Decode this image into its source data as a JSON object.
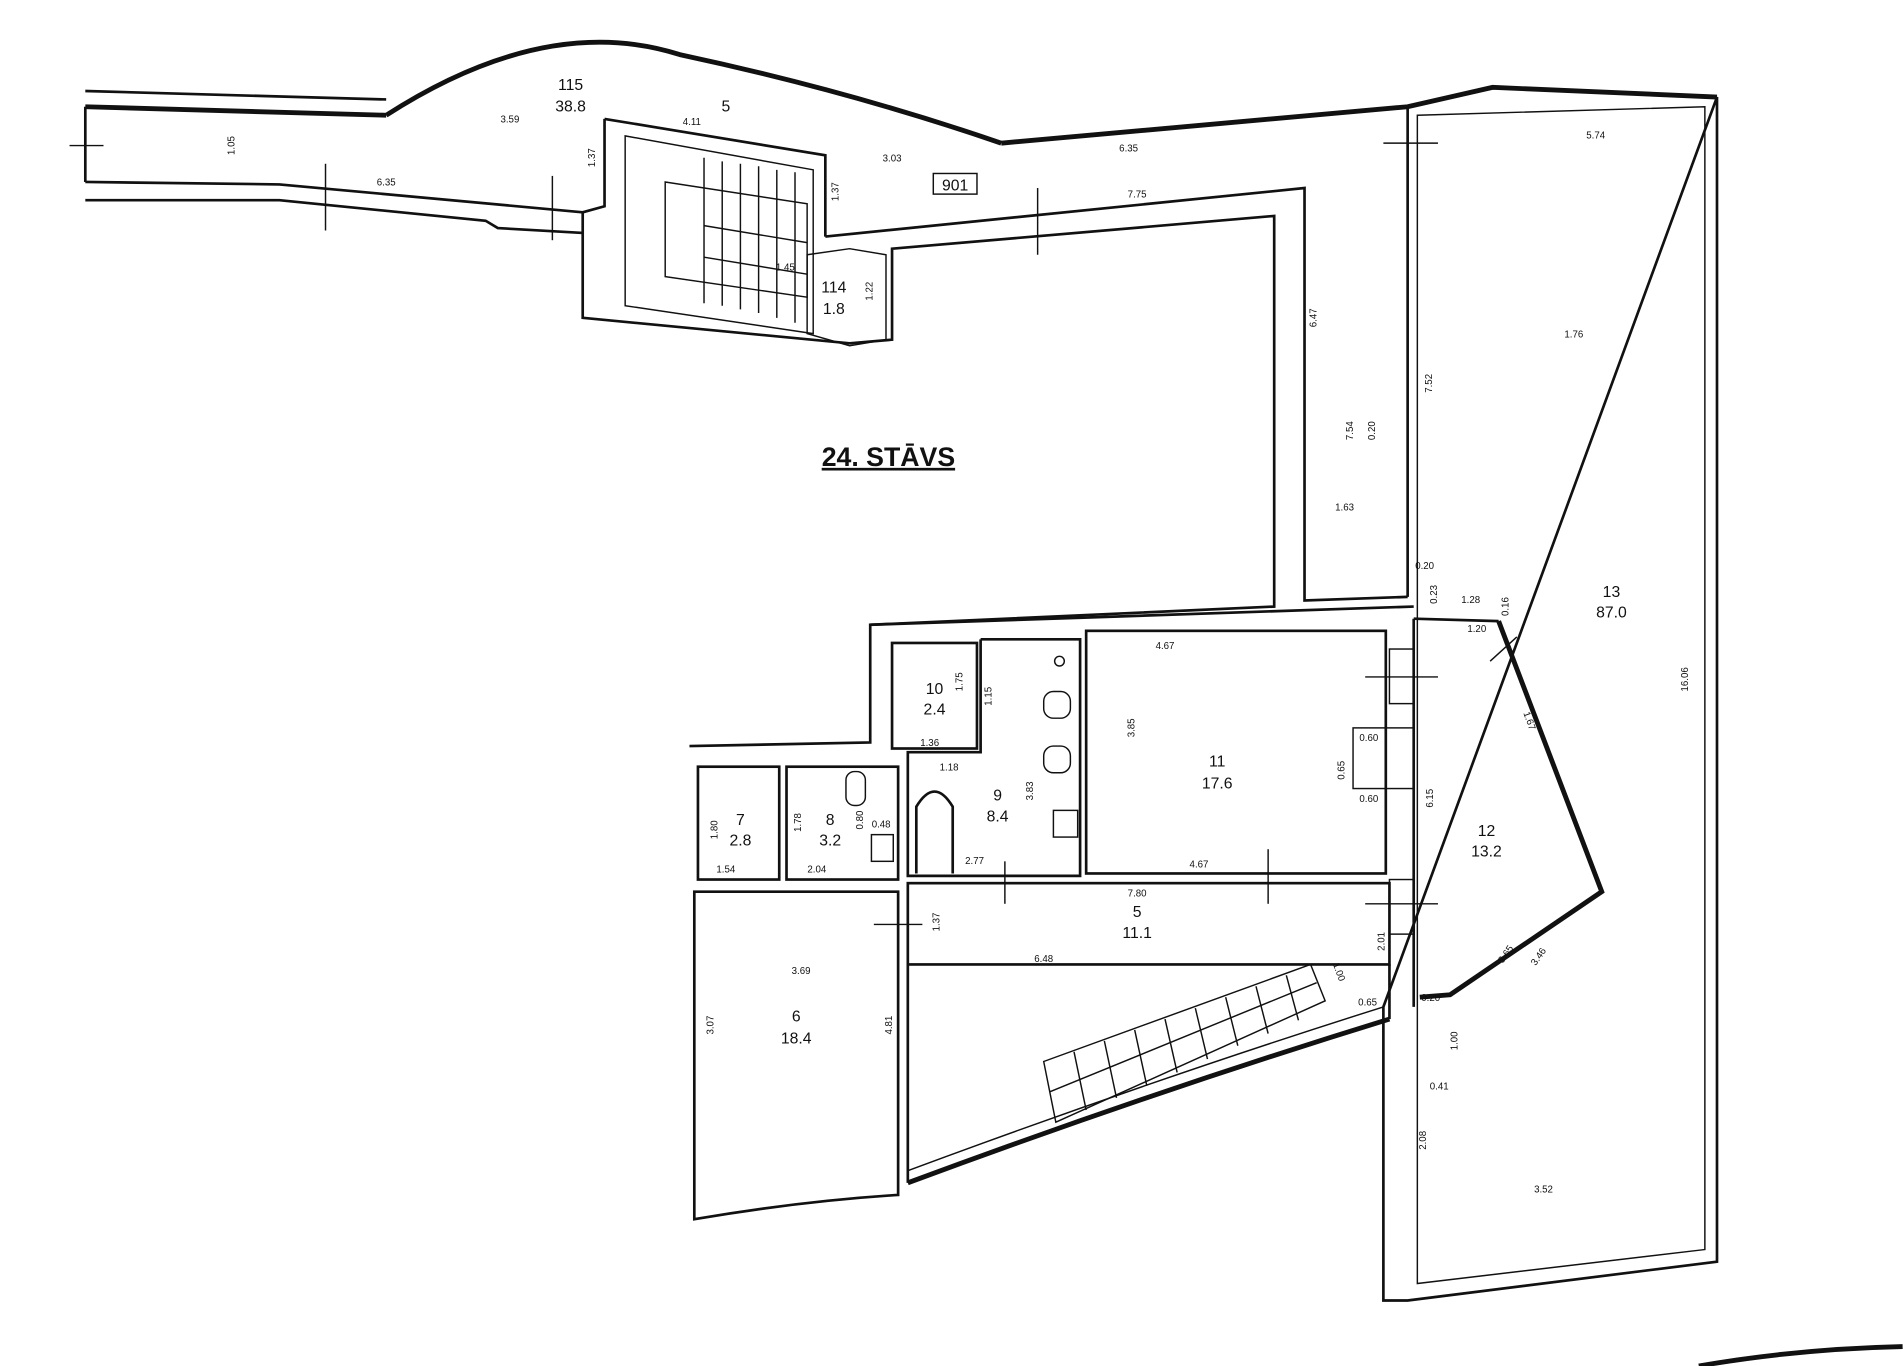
{
  "title": "24. STĀVS",
  "rooms": [
    {
      "number": "115",
      "area": "38.8"
    },
    {
      "number": "114",
      "area": "1.8"
    },
    {
      "number": "13",
      "area": "87.0"
    },
    {
      "number": "11",
      "area": "17.6"
    },
    {
      "number": "12",
      "area": "13.2"
    },
    {
      "number": "10",
      "area": "2.4"
    },
    {
      "number": "9",
      "area": "8.4"
    },
    {
      "number": "7",
      "area": "2.8"
    },
    {
      "number": "8",
      "area": "3.2"
    },
    {
      "number": "5",
      "area": "11.1"
    },
    {
      "number": "6",
      "area": "18.4"
    }
  ],
  "stair_label": "5",
  "boxed_label": "901",
  "dims": [
    "3.59",
    "1.05",
    "4.11",
    "1.37",
    "6.35",
    "3.03",
    "6.35",
    "7.75",
    "1.37",
    "1.45",
    "1.22",
    "5.74",
    "6.47",
    "7.52",
    "1.76",
    "7.54",
    "0.20",
    "1.63",
    "0.20",
    "0.23",
    "1.28",
    "0.16",
    "1.20",
    "16.06",
    "1.67",
    "4.67",
    "3.85",
    "0.60",
    "0.65",
    "0.60",
    "6.15",
    "4.67",
    "1.75",
    "1.15",
    "1.36",
    "1.18",
    "3.83",
    "2.77",
    "1.80",
    "1.54",
    "1.78",
    "0.80",
    "0.48",
    "2.04",
    "7.80",
    "1.37",
    "6.48",
    "3.69",
    "3.07",
    "4.81",
    "2.01",
    "3.65",
    "3.46",
    "1.00",
    "0.65",
    "0.20",
    "1.00",
    "0.41",
    "2.08",
    "3.52"
  ]
}
